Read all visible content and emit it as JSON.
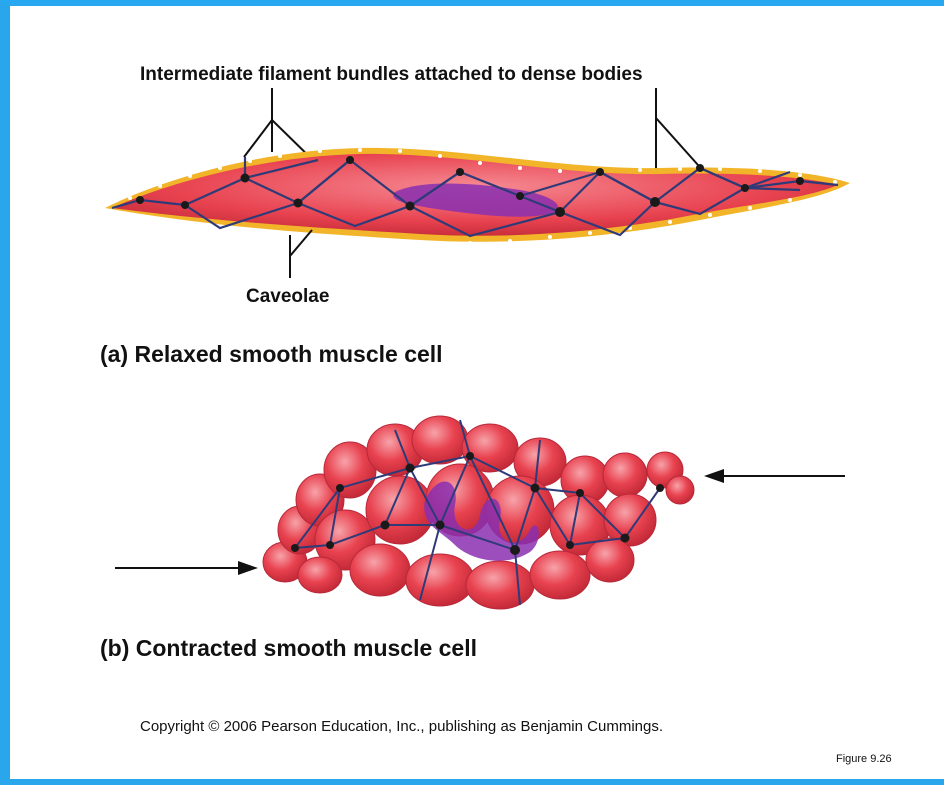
{
  "labels": {
    "filament": "Intermediate filament bundles attached to dense bodies",
    "caveolae": "Caveolae",
    "panel_a": "(a) Relaxed smooth muscle cell",
    "panel_b": "(b) Contracted smooth muscle cell",
    "copyright": "Copyright © 2006 Pearson Education, Inc., publishing as Benjamin Cummings.",
    "figure": "Figure 9.26"
  },
  "colors": {
    "frame": "#2aa6ec",
    "cell": "#e8424f",
    "cell_highlight": "#f58a93",
    "caveolae": "#f2b52a",
    "nucleus": "#8a2fb0",
    "filament": "#2f3a78",
    "dense_body": "#1a1a1a"
  }
}
